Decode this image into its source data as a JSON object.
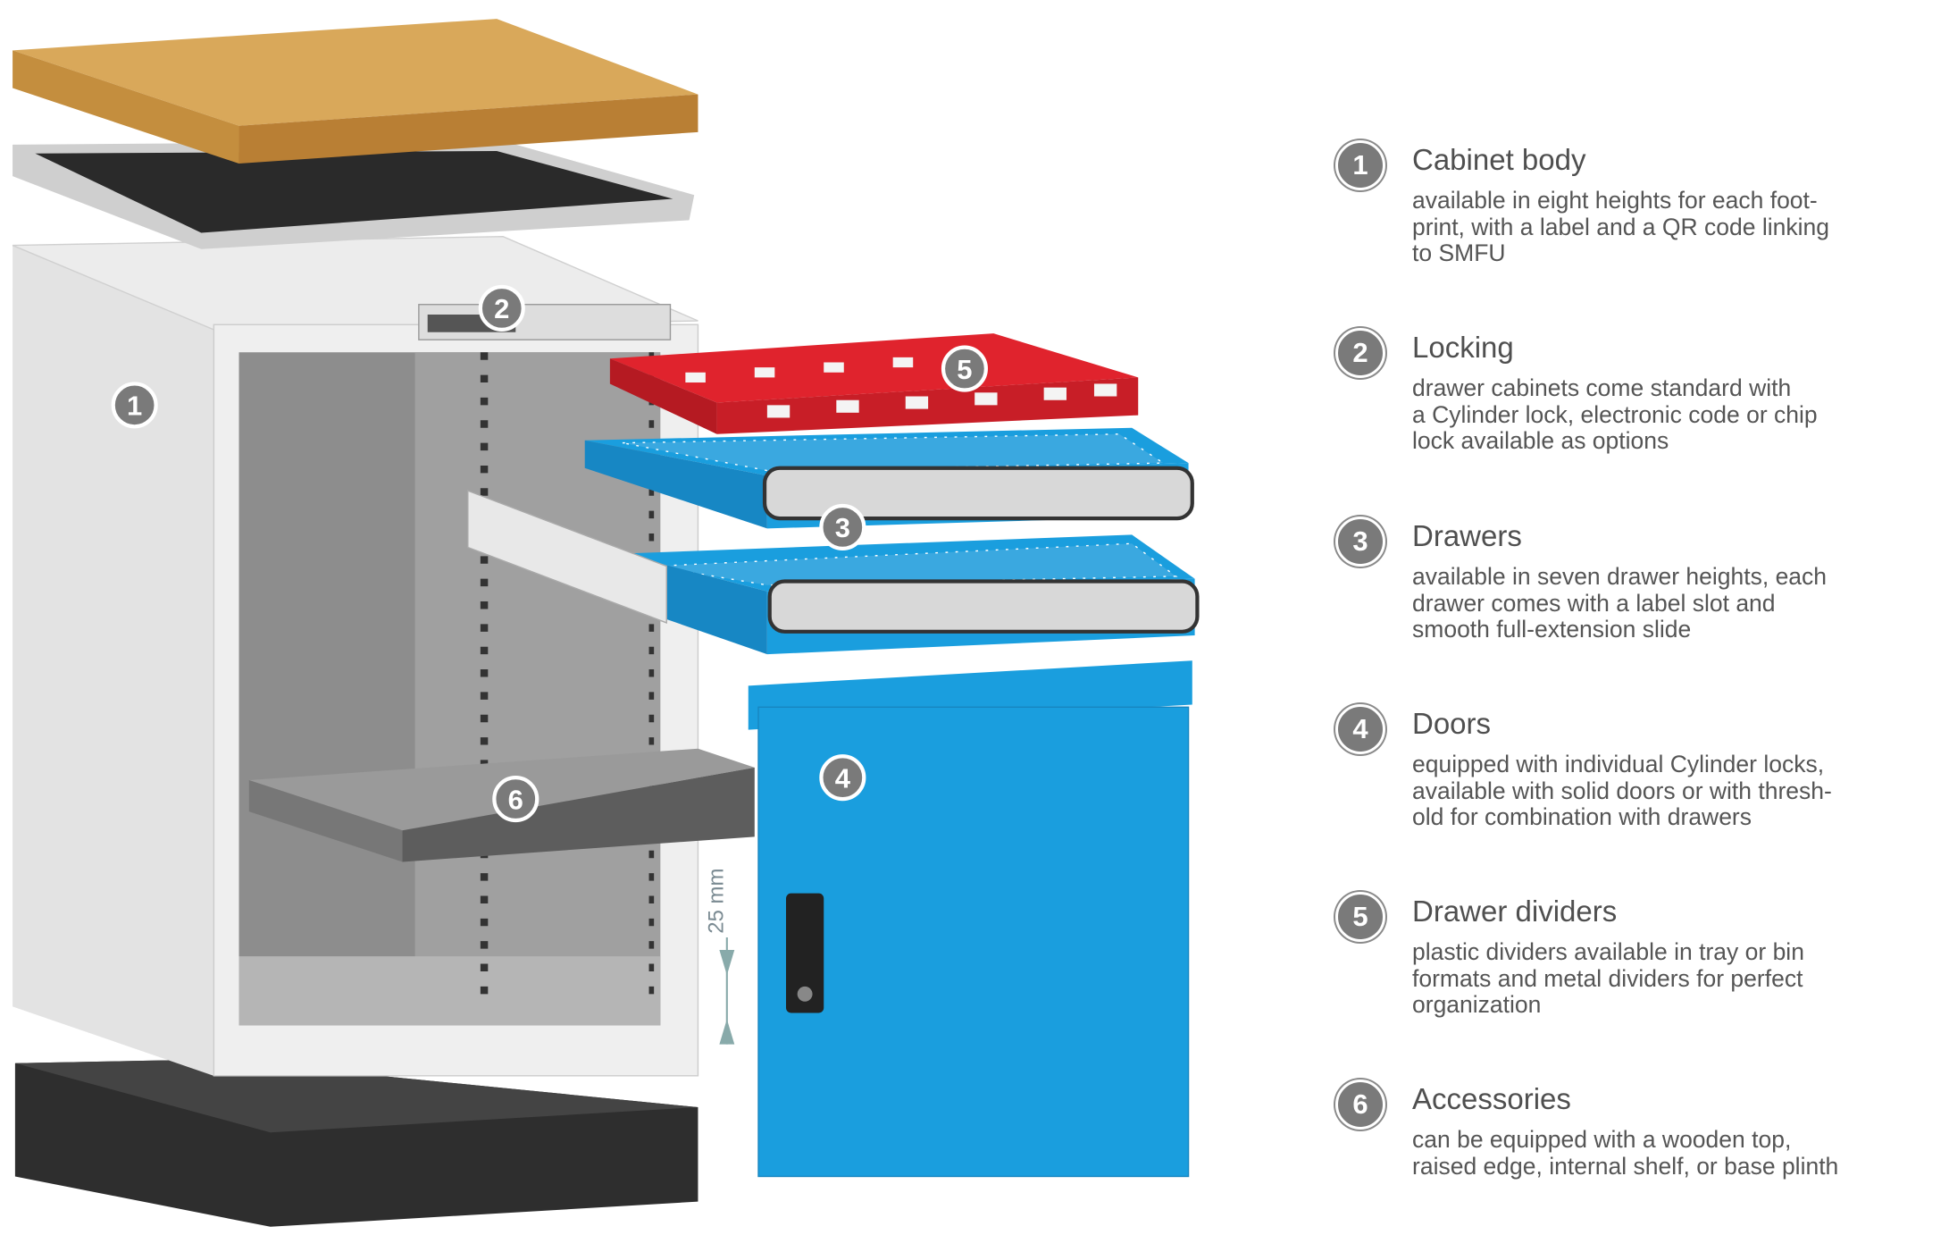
{
  "callouts": [
    {
      "number": "1",
      "title": "Cabinet body",
      "lines": [
        "available in eight heights for each foot-",
        "print, with a label and a QR code linking",
        "to SMFU"
      ]
    },
    {
      "number": "2",
      "title": "Locking",
      "lines": [
        "drawer cabinets come standard with",
        "a Cylinder lock, electronic code or chip",
        "lock available as options"
      ]
    },
    {
      "number": "3",
      "title": "Drawers",
      "lines": [
        "available in seven drawer heights, each",
        "drawer comes with a label slot and",
        "smooth full-extension slide"
      ]
    },
    {
      "number": "4",
      "title": "Doors",
      "lines": [
        "equipped with individual Cylinder locks,",
        "available with solid doors or with thresh-",
        "old for combination with drawers"
      ]
    },
    {
      "number": "5",
      "title": "Drawer dividers",
      "lines": [
        "plastic dividers available in tray or bin",
        "formats and metal dividers for perfect",
        "organization"
      ]
    },
    {
      "number": "6",
      "title": "Accessories",
      "lines": [
        "can be equipped with a wooden top,",
        "raised edge, internal shelf, or base plinth"
      ]
    }
  ],
  "illustration": {
    "dimension_label": "25 mm",
    "markers": [
      "1",
      "2",
      "3",
      "4",
      "5",
      "6"
    ]
  },
  "colors": {
    "blue": "#1a9ede",
    "red": "#e0232d",
    "badge": "#7a7a7a",
    "text": "#555555"
  }
}
